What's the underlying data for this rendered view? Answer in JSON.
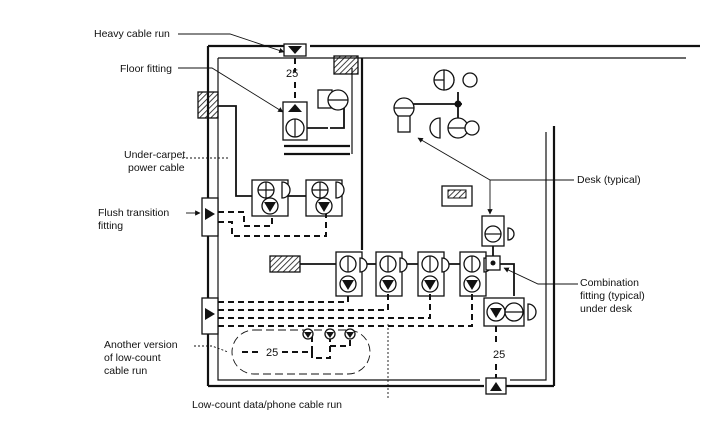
{
  "labels": {
    "heavy_cable_run": "Heavy cable run",
    "floor_fitting": "Floor fitting",
    "under_carpet_line1": "Under-carpet",
    "under_carpet_line2": "power cable",
    "flush_line1": "Flush transition",
    "flush_line2": "fitting",
    "another_line1": "Another version",
    "another_line2": "of low-count",
    "another_line3": "cable run",
    "low_count": "Low-count data/phone cable run",
    "desk": "Desk (typical)",
    "combo_line1": "Combination",
    "combo_line2": "fitting (typical)",
    "combo_line3": "under desk"
  },
  "numbers": {
    "top_run": "25",
    "right_run": "25",
    "loop_run": "25"
  }
}
